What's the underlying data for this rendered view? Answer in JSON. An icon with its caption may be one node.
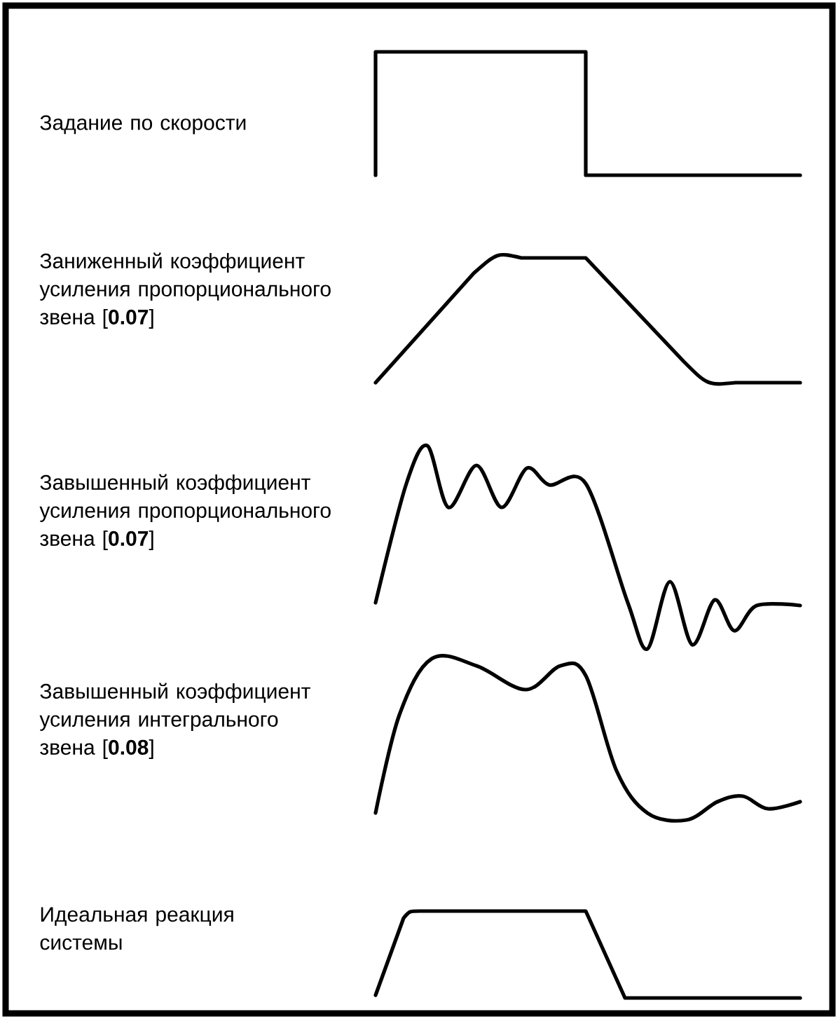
{
  "diagram": {
    "labels": [
      "Задание по скорости",
      "Заниженный коэффициент усиления пропорционального звена [**0.07**]",
      "Завышенный коэффициент усиления пропорционального звена [**0.07**]",
      "Завышенный коэффициент усиления интегрального звена [**0.08**]",
      "Идеальная реакция системы"
    ]
  }
}
